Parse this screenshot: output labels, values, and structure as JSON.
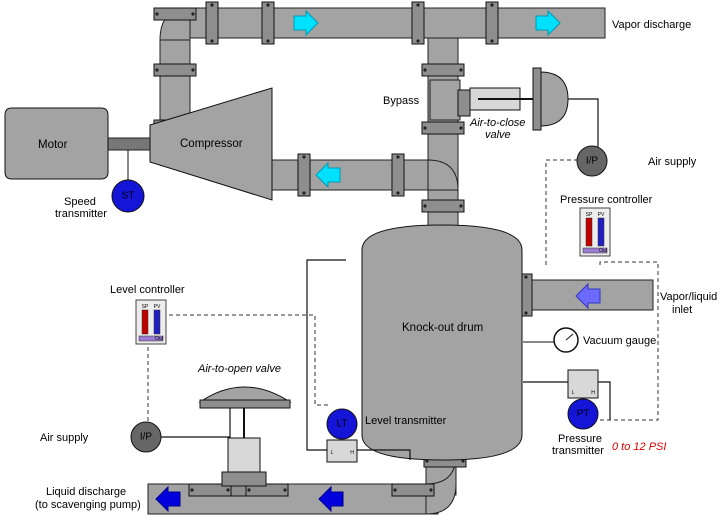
{
  "labels": {
    "vapor_discharge": "Vapor discharge",
    "bypass": "Bypass",
    "air_to_close": "Air-to-close",
    "valve": "valve",
    "motor": "Motor",
    "compressor": "Compressor",
    "speed_transmitter_1": "Speed",
    "speed_transmitter_2": "transmitter",
    "air_supply_right": "Air supply",
    "pressure_controller": "Pressure controller",
    "vapor_liquid_1": "Vapor/liquid",
    "vapor_liquid_2": "inlet",
    "knockout_drum": "Knock-out drum",
    "vacuum_gauge": "Vacuum gauge",
    "level_controller": "Level controller",
    "air_to_open": "Air-to-open valve",
    "level_transmitter": "Level transmitter",
    "pressure_transmitter_1": "Pressure",
    "pressure_transmitter_2": "transmitter",
    "pressure_range": "0 to 12 PSI",
    "air_supply_left": "Air supply",
    "liquid_discharge_1": "Liquid discharge",
    "liquid_discharge_2": "(to scavenging pump)"
  },
  "instruments": {
    "st": "ST",
    "ip_top": "I/P",
    "ip_bottom": "I/P",
    "lt": "LT",
    "pt": "PT",
    "sp": "SP",
    "pv": "PV",
    "out": "Out",
    "l": "L",
    "h": "H"
  },
  "colors": {
    "pipe": "#a3a3a3",
    "arrow_cyan": "#00e0ff",
    "arrow_blue": "#0000dd",
    "arrow_periwinkle": "#6a6aff",
    "transmitter": "#1515d8",
    "ip_converter": "#666666",
    "range_text": "#e00000"
  }
}
